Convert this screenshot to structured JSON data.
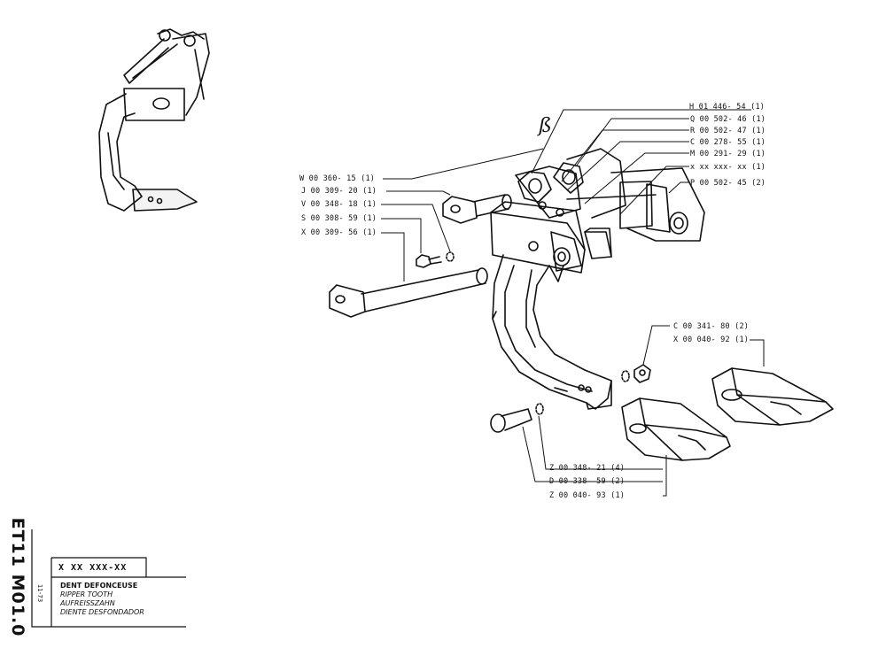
{
  "sheet": {
    "code": "ET11 M01.0",
    "date": "11-73",
    "ref": "X XX XXX-XX",
    "titles": [
      "DENT DEFONCEUSE",
      "RIPPER TOOTH",
      "AUFREISSZAHN",
      "DIENTE DESFONDADOR"
    ]
  },
  "handwritten_mark": "ß",
  "callouts": {
    "h": "H 01 446- 54 (1)",
    "q": "Q 00 502- 46 (1)",
    "r": "R 00 502- 47 (1)",
    "c1": "C 00 278- 55 (1)",
    "m": "M 00 291- 29 (1)",
    "x1": "x xx xxx- xx (1)",
    "p": "P 00 502- 45 (2)",
    "w": "W 00 360- 15 (1)",
    "j": "J 00 309- 20 (1)",
    "v": "V 00 348- 18 (1)",
    "s": "S 00 308- 59 (1)",
    "x2": "X 00 309- 56 (1)",
    "c2": "C 00 341- 80 (2)",
    "x3": "X 00 040- 92 (1)",
    "z1": "Z 00 348- 21 (4)",
    "d": "D 00 338- 59 (2)",
    "z2": "Z 00 040- 93 (1)"
  }
}
